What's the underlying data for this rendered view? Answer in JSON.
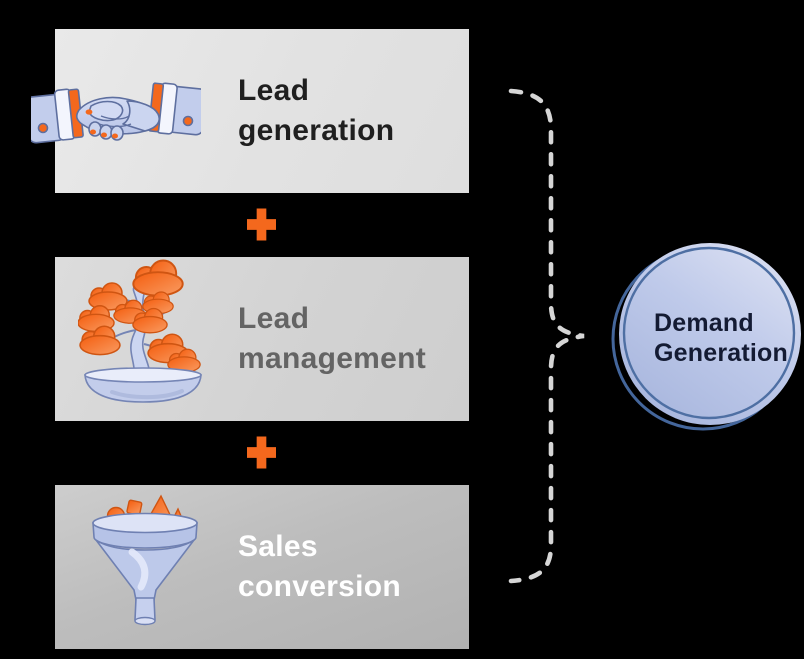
{
  "boxes": [
    {
      "id": "lead-generation",
      "line1": "Lead",
      "line2": "generation"
    },
    {
      "id": "lead-management",
      "line1": "Lead",
      "line2": "management"
    },
    {
      "id": "sales-conversion",
      "line1": "Sales",
      "line2": "conversion"
    }
  ],
  "operators": {
    "plus": "+",
    "plus_count": 2
  },
  "result_bubble": {
    "line1": "Demand",
    "line2": "Generation"
  },
  "icons": [
    "handshake-icon",
    "bonsai-tree-icon",
    "funnel-icon",
    "plus-icon",
    "curly-brace-connector"
  ],
  "colors": {
    "background": "#000000",
    "card1_bg": "#e3e3e3",
    "card2_bg": "#d3d3d3",
    "card3_bg": "#bdbdbd",
    "card1_text": "#1f1f1f",
    "card2_text": "#646464",
    "card3_text": "#ffffff",
    "accent_orange": "#f4681d",
    "brace_dash": "#d6d6d6",
    "bubble_fill_light": "#dadff2",
    "bubble_fill_dark": "#a9b7de",
    "bubble_ring": "#4e6fa3",
    "bubble_text": "#141b33"
  }
}
